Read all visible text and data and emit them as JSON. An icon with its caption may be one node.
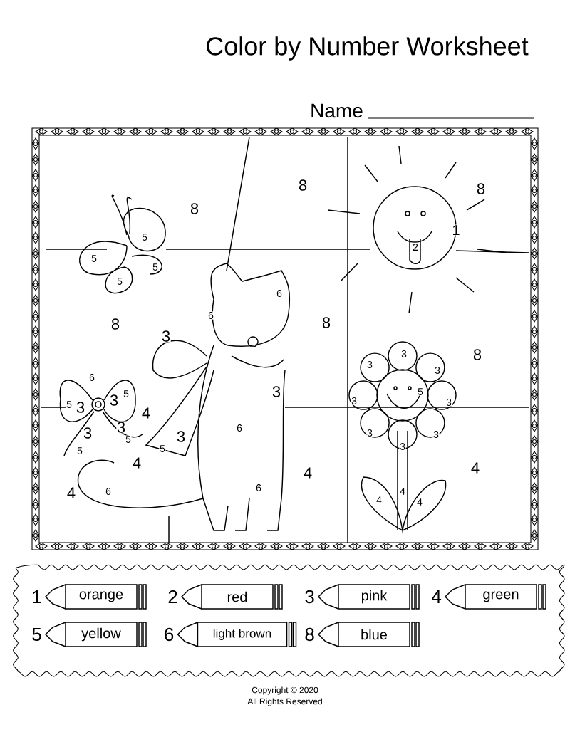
{
  "diagram": {
    "title": "Color by Number Worksheet",
    "nodes": [
      {
        "text": [
          "orange"
        ],
        "beside": [
          "1"
        ]
      },
      {
        "text": [
          "red"
        ],
        "beside": [
          "2"
        ]
      },
      {
        "text": [
          "pink"
        ],
        "beside": [
          "3"
        ]
      },
      {
        "text": [
          "green"
        ],
        "beside": [
          "4"
        ]
      },
      {
        "text": [
          "yellow"
        ],
        "beside": [
          "5"
        ]
      },
      {
        "text": [
          "light brown"
        ],
        "beside": [
          "6"
        ]
      },
      {
        "text": [
          "blue"
        ],
        "beside": [
          "8"
        ]
      }
    ],
    "labels": [
      "Name",
      "8",
      "8",
      "8",
      "5",
      "1",
      "5",
      "2",
      "5",
      "5",
      "6",
      "8",
      "8",
      "6",
      "3",
      "8",
      "3",
      "3",
      "3",
      "6",
      "3",
      "5",
      "5",
      "5",
      "3",
      "3",
      "3",
      "3",
      "4",
      "3",
      "3",
      "3",
      "3",
      "5",
      "3",
      "6",
      "5",
      "5",
      "3",
      "4",
      "4",
      "4",
      "4",
      "6",
      "6",
      "4",
      "4",
      "4",
      "Copyright © 2020",
      "All Rights Reserved"
    ]
  }
}
